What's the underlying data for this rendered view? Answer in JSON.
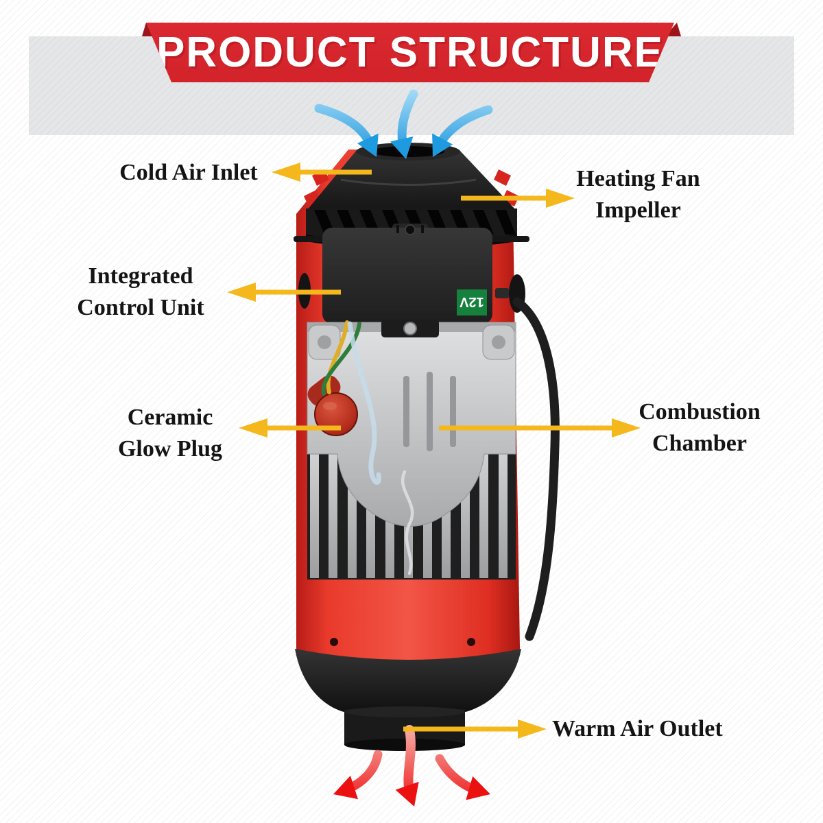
{
  "banner": {
    "title": "PRODUCT STRUCTURE"
  },
  "labels": {
    "cold_air_inlet": {
      "text": "Cold Air Inlet"
    },
    "heating_fan_impeller": {
      "line1": "Heating Fan",
      "line2": "Impeller"
    },
    "integrated_control_unit": {
      "line1": "Integrated",
      "line2": "Control Unit"
    },
    "ceramic_glow_plug": {
      "line1": "Ceramic",
      "line2": "Glow Plug"
    },
    "combustion_chamber": {
      "line1": "Combustion",
      "line2": "Chamber"
    },
    "warm_air_outlet": {
      "text": "Warm Air Outlet"
    }
  },
  "device": {
    "voltage_sticker": "12V"
  },
  "airflow": {
    "cold_air_arrow_count": 3,
    "warm_air_arrow_count": 3
  },
  "colors": {
    "banner_red": "#d6262c",
    "banner_fold_red": "#9c151a",
    "header_band_gray": "#e5e6e7",
    "pointer_arrow_yellow": "#f4b81c",
    "cold_air_blue": "#1e9be0",
    "warm_air_red": "#ec1111",
    "heater_body_red": "#ef5040",
    "sticker_green": "#15813c",
    "label_text": "#141414"
  }
}
